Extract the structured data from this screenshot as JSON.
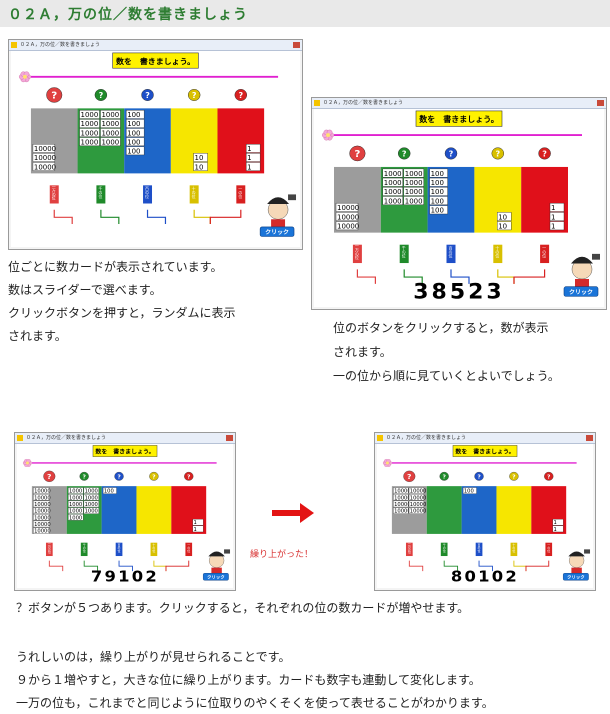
{
  "page": {
    "title": "０２Ａ，万の位／数を書きましょう"
  },
  "window": {
    "title": "０２Ａ，万の位／数を書きましょう",
    "banner": "数を　書きましょう。",
    "click_label": "クリック"
  },
  "colors": {
    "accent": "#2e7d32",
    "gray": "#9c9c9c",
    "green": "#2e9a3e",
    "blue": "#1e66c8",
    "yellow": "#f6e600",
    "red": "#e0101a",
    "slider": "#e020d0"
  },
  "shots": [
    {
      "id": "shot1",
      "result": "",
      "columns": [
        {
          "place": "一万の位",
          "color": "gray",
          "cards": [
            "10000",
            "10000",
            "10000"
          ],
          "card_cols": 1
        },
        {
          "place": "千の位",
          "color": "green",
          "cards": [
            "1000",
            "1000",
            "1000",
            "1000",
            "1000",
            "1000",
            "1000",
            "1000"
          ],
          "card_cols": 2
        },
        {
          "place": "百の位",
          "color": "blue",
          "cards": [
            "100",
            "100",
            "100",
            "100",
            "100"
          ],
          "card_cols": 1
        },
        {
          "place": "十の位",
          "color": "yellow",
          "cards": [
            "10",
            "10"
          ],
          "card_cols": 1
        },
        {
          "place": "一の位",
          "color": "red",
          "cards": [
            "1",
            "1",
            "1"
          ],
          "card_cols": 1
        }
      ]
    },
    {
      "id": "shot2",
      "result": "38523",
      "columns": [
        {
          "place": "一万の位",
          "color": "gray",
          "cards": [
            "10000",
            "10000",
            "10000"
          ],
          "card_cols": 1
        },
        {
          "place": "千の位",
          "color": "green",
          "cards": [
            "1000",
            "1000",
            "1000",
            "1000",
            "1000",
            "1000",
            "1000",
            "1000"
          ],
          "card_cols": 2
        },
        {
          "place": "百の位",
          "color": "blue",
          "cards": [
            "100",
            "100",
            "100",
            "100",
            "100"
          ],
          "card_cols": 1
        },
        {
          "place": "十の位",
          "color": "yellow",
          "cards": [
            "10",
            "10"
          ],
          "card_cols": 1
        },
        {
          "place": "一の位",
          "color": "red",
          "cards": [
            "1",
            "1",
            "1"
          ],
          "card_cols": 1
        }
      ]
    },
    {
      "id": "shot3",
      "result": "79102",
      "columns": [
        {
          "place": "一万の位",
          "color": "gray",
          "cards": [
            "10000",
            "10000",
            "10000",
            "10000",
            "10000",
            "10000",
            "10000"
          ],
          "card_cols": 1
        },
        {
          "place": "千の位",
          "color": "green",
          "cards": [
            "1000",
            "1000",
            "1000",
            "1000",
            "1000",
            "1000",
            "1000",
            "1000",
            "1000"
          ],
          "card_cols": 2
        },
        {
          "place": "百の位",
          "color": "blue",
          "cards": [
            "100"
          ],
          "card_cols": 1
        },
        {
          "place": "十の位",
          "color": "yellow",
          "cards": [],
          "card_cols": 1
        },
        {
          "place": "一の位",
          "color": "red",
          "cards": [
            "1",
            "1"
          ],
          "card_cols": 1
        }
      ]
    },
    {
      "id": "shot4",
      "result": "80102",
      "columns": [
        {
          "place": "一万の位",
          "color": "gray",
          "cards": [
            "10000",
            "10000",
            "10000",
            "10000",
            "10000",
            "10000",
            "10000",
            "10000"
          ],
          "card_cols": 2
        },
        {
          "place": "千の位",
          "color": "green",
          "cards": [],
          "card_cols": 1
        },
        {
          "place": "百の位",
          "color": "blue",
          "cards": [
            "100"
          ],
          "card_cols": 1
        },
        {
          "place": "十の位",
          "color": "yellow",
          "cards": [],
          "card_cols": 1
        },
        {
          "place": "一の位",
          "color": "red",
          "cards": [
            "1",
            "1"
          ],
          "card_cols": 1
        }
      ]
    }
  ],
  "text": {
    "p1": [
      "位ごとに数カードが表示されています。",
      "数はスライダーで選べます。",
      "クリックボタンを押すと，ランダムに表示",
      "されます。"
    ],
    "p2": [
      "位のボタンをクリックすると，数が表示",
      "されます。",
      "一の位から順に見ていくとよいでしょう。"
    ],
    "carry": "繰り上がった！",
    "p3": "？ボタンが５つあります。クリックすると，それぞれの位の数カードが増やせます。",
    "p4": [
      "うれしいのは，繰り上がりが見せられることです。",
      "９から１増やすと，大きな位に繰り上がります。カードも数字も連動して変化します。",
      "一万の位も，これまでと同じように位取りのやくそくを使って表せることがわかります。"
    ]
  }
}
